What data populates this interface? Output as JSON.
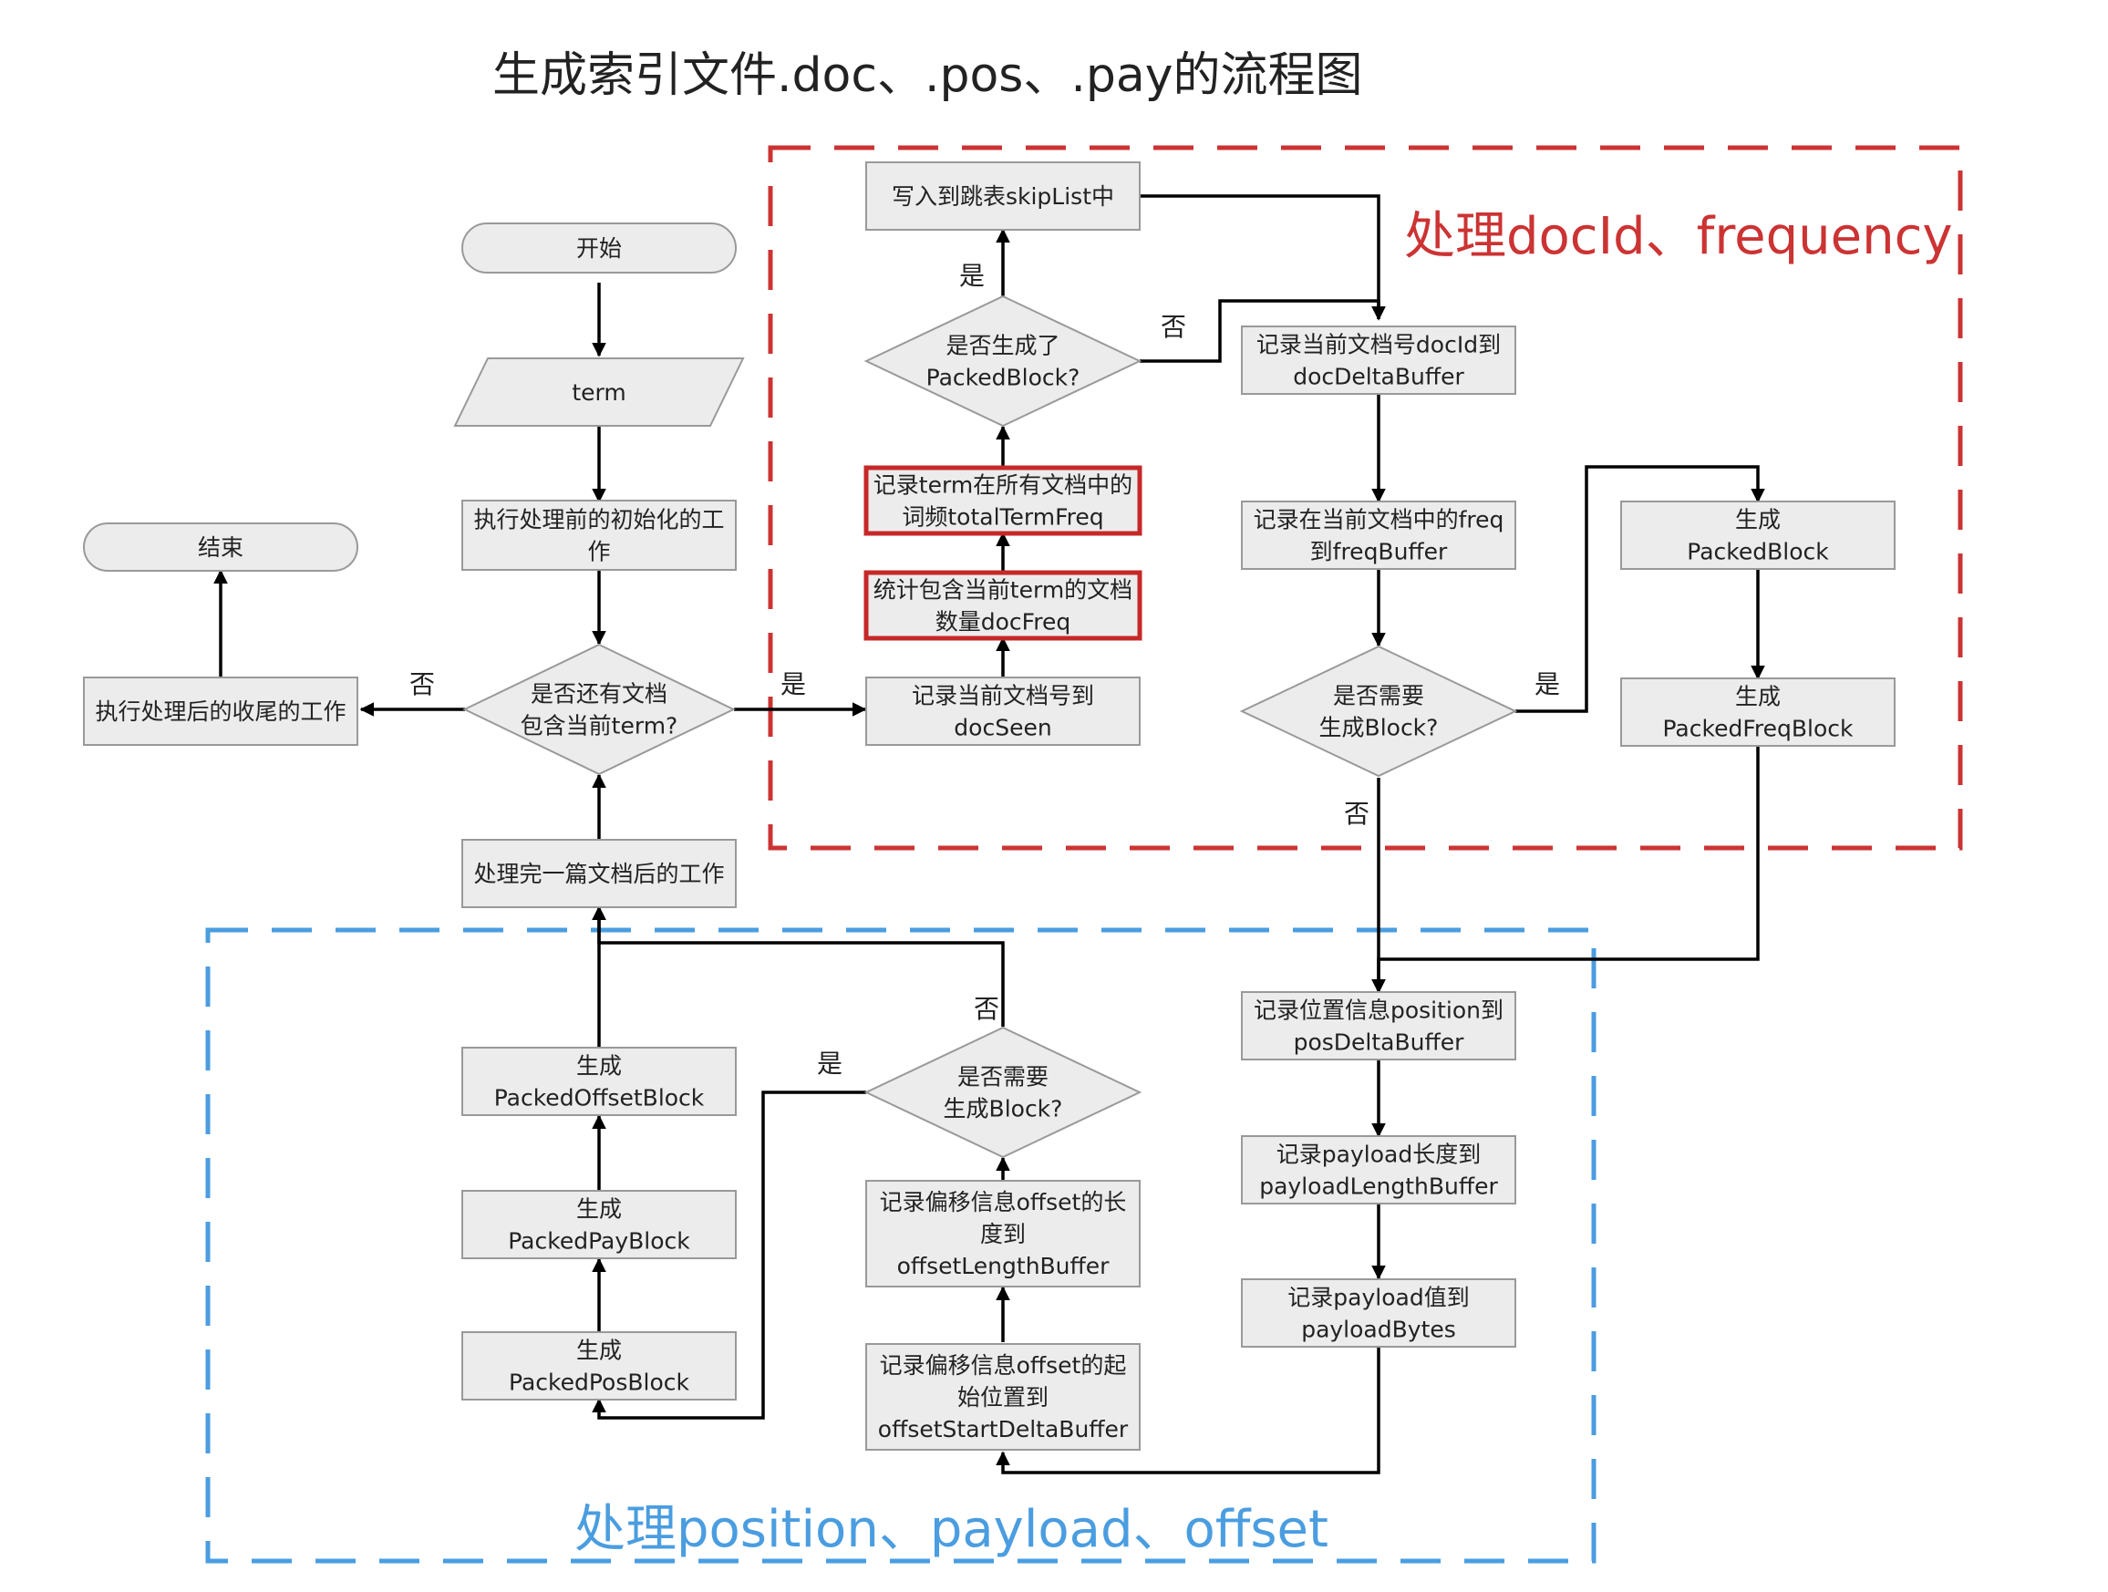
{
  "title": "生成索引文件.doc、.pos、.pay的流程图",
  "regions": {
    "doc_freq": "处理docId、frequency",
    "pos_pay_offset": "处理position、payload、offset"
  },
  "colors": {
    "node_fill": "#ececec",
    "node_stroke": "#999999",
    "edge": "#000000",
    "highlight": "#c62828",
    "region_red": "#cc3333",
    "region_blue": "#4a9de0"
  },
  "nodes": {
    "start": [
      "开始"
    ],
    "term": [
      "term"
    ],
    "init": [
      "执行处理前的初始化的工",
      "作"
    ],
    "end": [
      "结束"
    ],
    "finish": [
      "执行处理后的收尾的工作"
    ],
    "has_doc": [
      "是否还有文档",
      "包含当前term?"
    ],
    "doc_done": [
      "处理完一篇文档后的工作"
    ],
    "doc_seen": [
      "记录当前文档号到",
      "docSeen"
    ],
    "doc_freq": [
      "统计包含当前term的文档",
      "数量docFreq"
    ],
    "total_term_freq": [
      "记录term在所有文档中的",
      "词频totalTermFreq"
    ],
    "packed_block_q": [
      "是否生成了",
      "PackedBlock?"
    ],
    "skip_list": [
      "写入到跳表skipList中"
    ],
    "doc_delta": [
      "记录当前文档号docId到",
      "docDeltaBuffer"
    ],
    "freq_buffer": [
      "记录在当前文档中的freq",
      "到freqBuffer"
    ],
    "gen_block_q1": [
      "是否需要",
      "生成Block?"
    ],
    "packed_block": [
      "生成",
      "PackedBlock"
    ],
    "packed_freq_block": [
      "生成",
      "PackedFreqBlock"
    ],
    "pos_delta": [
      "记录位置信息position到",
      "posDeltaBuffer"
    ],
    "payload_len": [
      "记录payload长度到",
      "payloadLengthBuffer"
    ],
    "payload_bytes": [
      "记录payload值到",
      "payloadBytes"
    ],
    "offset_start": [
      "记录偏移信息offset的起",
      "始位置到",
      "offsetStartDeltaBuffer"
    ],
    "offset_len": [
      "记录偏移信息offset的长",
      "度到",
      "offsetLengthBuffer"
    ],
    "gen_block_q2": [
      "是否需要",
      "生成Block?"
    ],
    "packed_pos_block": [
      "生成",
      "PackedPosBlock"
    ],
    "packed_pay_block": [
      "生成",
      "PackedPayBlock"
    ],
    "packed_offset_block": [
      "生成",
      "PackedOffsetBlock"
    ]
  },
  "edge_labels": {
    "yes": "是",
    "no": "否"
  }
}
